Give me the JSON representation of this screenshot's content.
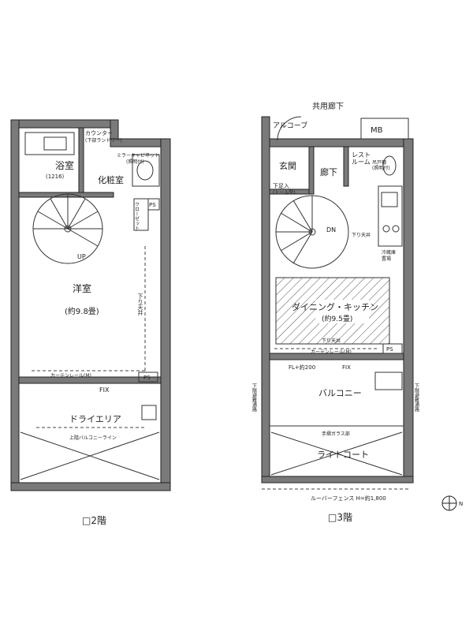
{
  "floor2": {
    "caption": "□2階",
    "rooms": {
      "bath": "浴室",
      "bath_size": "(1216)",
      "counter": "カウンター",
      "counter_sub": "(下部ランドリー)",
      "mirror_cabinet": "ミラーキャビネット",
      "mirror_sub": "(照明付)",
      "powder_room": "化粧室",
      "closet": "クローゼット",
      "ps": "PS",
      "up": "UP",
      "western_room": "洋室",
      "western_size": "(約9.8畳)",
      "lowered_ceiling": "下り天井",
      "curtain_rail": "カーテンレール(M)",
      "ps2": "PS",
      "fix": "FIX",
      "dry_area": "ドライエリア",
      "balcony_line": "上階バルコニーライン"
    }
  },
  "floor3": {
    "caption": "□3階",
    "rooms": {
      "corridor": "共用廊下",
      "alcove": "アルコーブ",
      "mb": "MB",
      "entrance": "玄関",
      "hallway": "廊下",
      "restroom": "レスト",
      "restroom2": "ルーム",
      "storage": "吊戸棚",
      "storage_sub": "(照明付)",
      "shoe_box": "下足入",
      "shoe_sub": "(トール型)",
      "dn": "DN",
      "lowered_ceiling": "下り天井",
      "fridge": "冷蔵庫",
      "fridge2": "置場",
      "dining_kitchen": "ダイニング・キッチン",
      "dk_size": "(約9.5畳)",
      "lowered_ceiling2": "下り天井",
      "curtain_rail": "カーテンレール(M)",
      "ps": "PS",
      "fl": "FL+約200",
      "fix": "FIX",
      "balcony": "バルコニー",
      "evac_left": "下階避難通路",
      "evac_right": "下階避難通路",
      "rail_glass": "手摺ガラス部",
      "light_court": "ライトコート",
      "louver_fence": "ルーバーフェンス H=約1,800"
    }
  },
  "compass": "N"
}
